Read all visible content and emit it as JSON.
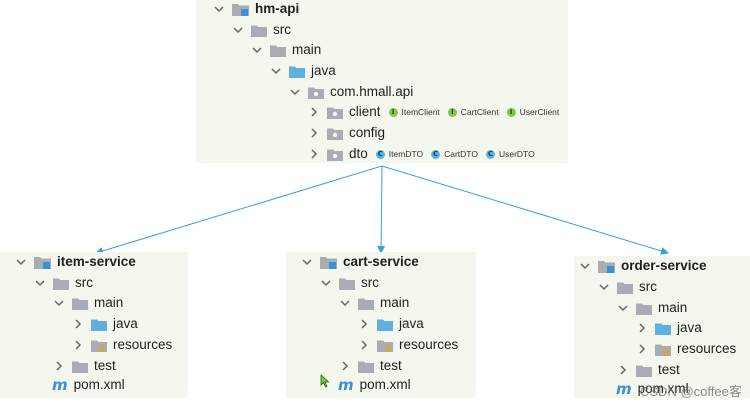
{
  "hm_api": {
    "module": "hm-api",
    "src": "src",
    "main": "main",
    "java": "java",
    "package": "com.hmall.api",
    "client": "client",
    "config": "config",
    "dto": "dto",
    "client_badges": [
      "ItemClient",
      "CartClient",
      "UserClient"
    ],
    "dto_badges": [
      "ItemDTO",
      "CartDTO",
      "UserDTO"
    ]
  },
  "services": [
    {
      "module": "item-service",
      "src": "src",
      "main": "main",
      "java": "java",
      "resources": "resources",
      "test": "test",
      "pom": "pom.xml"
    },
    {
      "module": "cart-service",
      "src": "src",
      "main": "main",
      "java": "java",
      "resources": "resources",
      "test": "test",
      "pom": "pom.xml"
    },
    {
      "module": "order-service",
      "src": "src",
      "main": "main",
      "java": "java",
      "resources": "resources",
      "test": "test",
      "pom": "pom.xml"
    }
  ],
  "icons": {
    "interface_letter": "I",
    "class_letter": "C",
    "maven_letter": "m"
  },
  "watermark": "CSDN @coffee客",
  "colors": {
    "panel": "#f4f7ee",
    "folder": "#a9adb3",
    "source_folder": "#5fb0e0",
    "arrow": "#3a9fd8"
  }
}
